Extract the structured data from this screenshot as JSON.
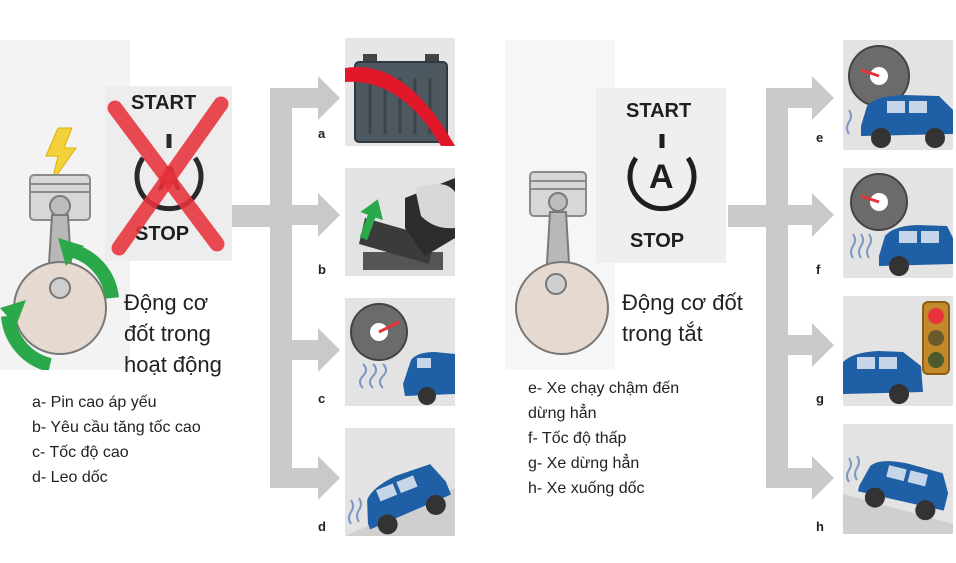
{
  "left": {
    "start_label": "START",
    "stop_label": "STOP",
    "button_symbol": "A",
    "engine_label": [
      "Động cơ",
      "đốt trong",
      "hoạt động"
    ],
    "conditions": [
      "a- Pin cao áp yếu",
      "b- Yêu cầu tăng tốc cao",
      "c- Tốc độ cao",
      "d- Leo dốc"
    ],
    "tiles": [
      "a",
      "b",
      "c",
      "d"
    ]
  },
  "right": {
    "start_label": "START",
    "stop_label": "STOP",
    "button_symbol": "A",
    "engine_label": [
      "Động cơ đốt",
      "trong tắt"
    ],
    "conditions": [
      "e- Xe chạy chậm đến",
      "dừng hẳn",
      "f- Tốc độ thấp",
      "g- Xe dừng hẳn",
      "h- Xe xuống dốc"
    ],
    "tiles": [
      "e",
      "f",
      "g",
      "h"
    ]
  },
  "colors": {
    "arrow": "#c9c9c9",
    "cross": "#e8323a",
    "green_arrow": "#2aa84a",
    "car_blue": "#1f5fa6",
    "tile_bg": "#e3e3e3",
    "panel_bg": "#efefef"
  }
}
